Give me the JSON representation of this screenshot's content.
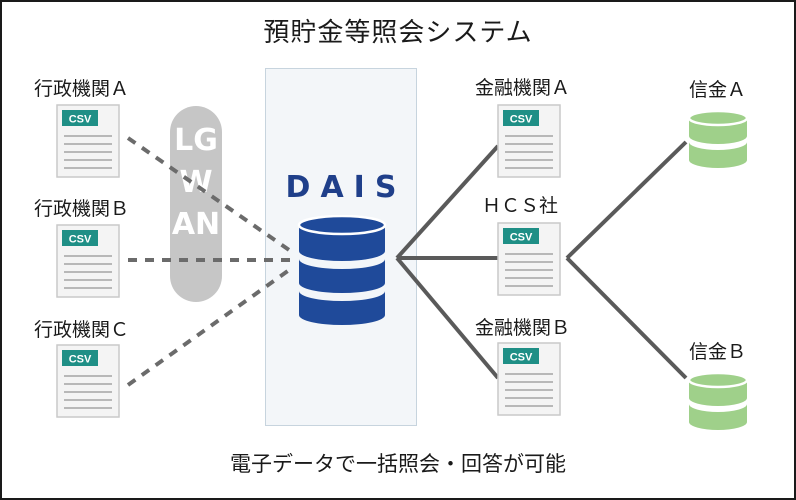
{
  "title": "預貯金等照会システム",
  "footer": "電子データで一括照会・回答が可能",
  "network": {
    "name": "LGWAN"
  },
  "hub": {
    "name": "DAIS"
  },
  "document_tag": "CSV",
  "agencies": [
    "行政機関Ａ",
    "行政機関Ｂ",
    "行政機関Ｃ"
  ],
  "institutions": [
    "金融機関Ａ",
    "ＨＣＳ社",
    "金融機関Ｂ"
  ],
  "banks": [
    "信金Ａ",
    "信金Ｂ"
  ],
  "colors": {
    "hub_db": "#1f4a9a",
    "bank_db": "#9fd08a",
    "csv_tag": "#1f8f86",
    "dashed_line": "#6b6b6b",
    "solid_line": "#5a5a5a",
    "lgwan_band": "#c6c6c6"
  }
}
